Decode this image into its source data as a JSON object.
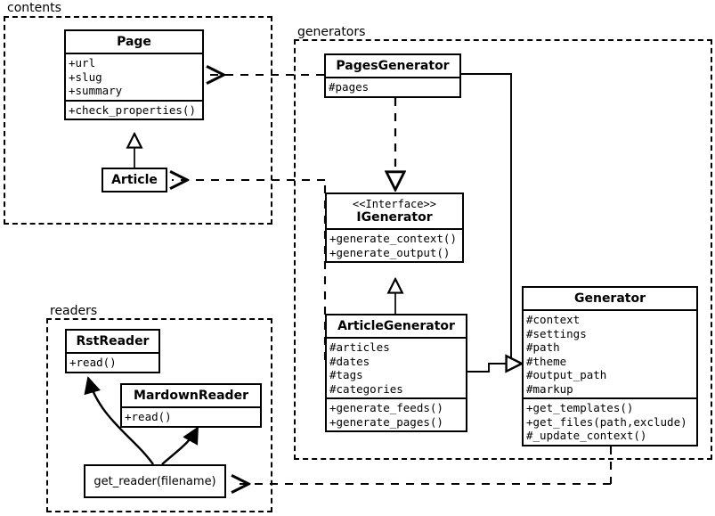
{
  "diagram": {
    "type": "uml-class-diagram",
    "packages": [
      {
        "id": "contents",
        "label": "contents"
      },
      {
        "id": "generators",
        "label": "generators"
      },
      {
        "id": "readers",
        "label": "readers"
      }
    ]
  },
  "classes": {
    "page": {
      "name": "Page",
      "attributes": [
        "+url",
        "+slug",
        "+summary"
      ],
      "methods": [
        "+check_properties()"
      ]
    },
    "article": {
      "name": "Article",
      "attributes": [],
      "methods": []
    },
    "pages_generator": {
      "name": "PagesGenerator",
      "attributes": [
        "#pages"
      ],
      "methods": []
    },
    "igenerator": {
      "stereotype": "<<Interface>>",
      "name": "IGenerator",
      "attributes": [],
      "methods": [
        "+generate_context()",
        "+generate_output()"
      ]
    },
    "article_generator": {
      "name": "ArticleGenerator",
      "attributes": [
        "#articles",
        "#dates",
        "#tags",
        "#categories"
      ],
      "methods": [
        "+generate_feeds()",
        "+generate_pages()"
      ]
    },
    "generator": {
      "name": "Generator",
      "attributes": [
        "#context",
        "#settings",
        "#path",
        "#theme",
        "#output_path",
        "#markup"
      ],
      "methods": [
        "+get_templates()",
        "+get_files(path,exclude)",
        "#_update_context()"
      ]
    },
    "rst_reader": {
      "name": "RstReader",
      "attributes": [],
      "methods": [
        "+read()"
      ]
    },
    "mardown_reader": {
      "name": "MardownReader",
      "attributes": [],
      "methods": [
        "+read()"
      ]
    },
    "get_reader": {
      "name": "get_reader(filename)"
    }
  },
  "relations": [
    {
      "from": "article",
      "to": "page",
      "kind": "generalization"
    },
    {
      "from": "article_generator",
      "to": "igenerator",
      "kind": "generalization"
    },
    {
      "from": "pages_generator",
      "to": "igenerator",
      "kind": "realization"
    },
    {
      "from": "pages_generator",
      "to": "page",
      "kind": "dependency"
    },
    {
      "from": "article_generator",
      "to": "article",
      "kind": "dependency"
    },
    {
      "from": "pages_generator",
      "to": "generator",
      "kind": "association"
    },
    {
      "from": "article_generator",
      "to": "generator",
      "kind": "association"
    },
    {
      "from": "generator",
      "to": "get_reader",
      "kind": "dependency"
    },
    {
      "from": "get_reader",
      "to": "rst_reader",
      "kind": "call"
    },
    {
      "from": "get_reader",
      "to": "mardown_reader",
      "kind": "call"
    }
  ],
  "colors": {
    "stroke": "#000000",
    "background": "#ffffff"
  }
}
